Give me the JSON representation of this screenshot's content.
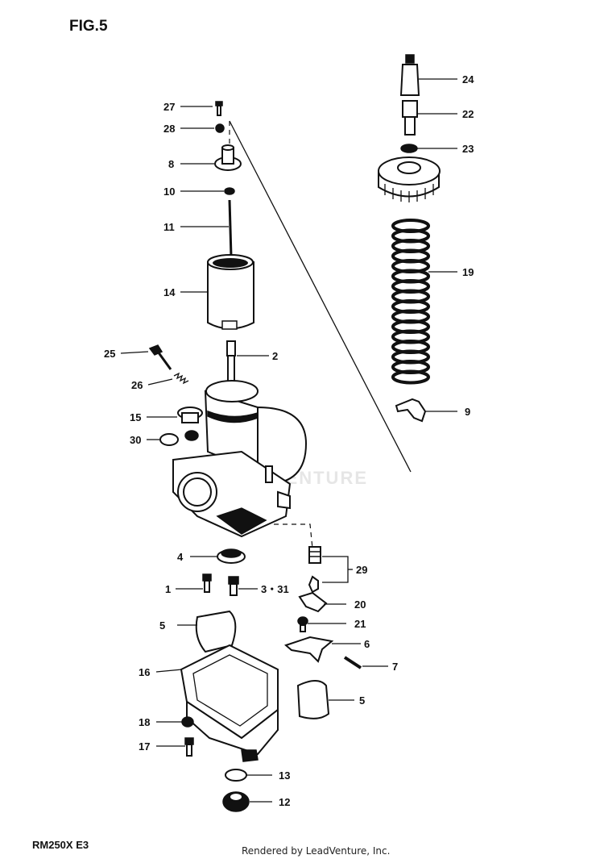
{
  "figure_title": "FIG.5",
  "model_code": "RM250X  E3",
  "footer": "Rendered by LeadVenture, Inc.",
  "watermark": "LEADVENTURE",
  "callouts": {
    "c27": "27",
    "c28": "28",
    "c8": "8",
    "c10": "10",
    "c11": "11",
    "c14": "14",
    "c25": "25",
    "c26": "26",
    "c15": "15",
    "c30": "30",
    "c2": "2",
    "c24": "24",
    "c22": "22",
    "c23": "23",
    "c19": "19",
    "c9": "9",
    "c4": "4",
    "c1": "1",
    "c331": "3・31",
    "c29": "29",
    "c20": "20",
    "c21": "21",
    "c5a": "5",
    "c6": "6",
    "c7": "7",
    "c16": "16",
    "c5b": "5",
    "c18": "18",
    "c17": "17",
    "c13": "13",
    "c12": "12"
  }
}
